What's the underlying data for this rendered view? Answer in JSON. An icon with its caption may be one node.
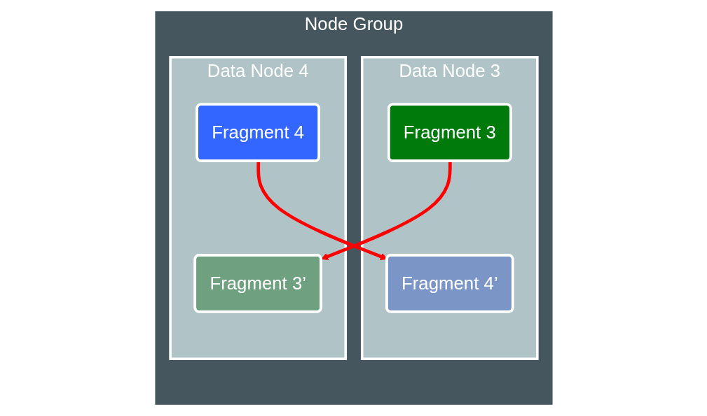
{
  "diagram": {
    "nodes": [
      {
        "text": [
          "Node Group"
        ]
      },
      {
        "text": [
          "Data Node 3"
        ],
        "in": 0
      },
      {
        "text": [
          "Fragment 3"
        ],
        "in": 1
      },
      {
        "text": [
          "Fragment 4’"
        ],
        "in": 1
      },
      {
        "text": [
          "Data Node 4"
        ],
        "in": 0
      },
      {
        "text": [
          "Fragment 3’"
        ],
        "in": 4
      },
      {
        "text": [
          "Fragment 4"
        ],
        "in": 4
      }
    ],
    "edges": [
      {
        "from": 2,
        "to": 5,
        "arrow": "to",
        "color": "#ff0000"
      },
      {
        "from": 6,
        "to": 3,
        "arrow": "to",
        "color": "#ff0000"
      }
    ]
  }
}
